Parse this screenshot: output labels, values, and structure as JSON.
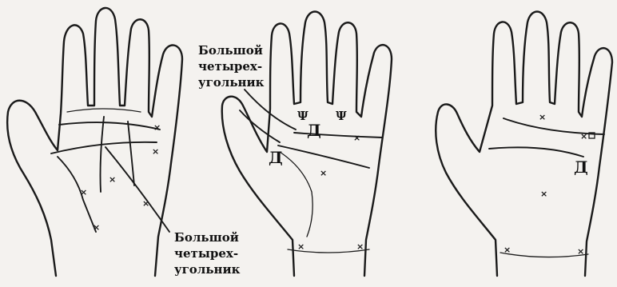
{
  "figure": {
    "hand1": {
      "caption_lines": [
        "Большой",
        "четырех-",
        "угольник"
      ],
      "marks": [
        "×",
        "×",
        "×",
        "×",
        "×",
        "×"
      ]
    },
    "hand2": {
      "caption_lines": [
        "Большой",
        "четырех-",
        "угольник"
      ],
      "letter_top": "Д",
      "letter_left": "Д",
      "glyph_left": "Ψ",
      "glyph_right": "Ψ",
      "marks": [
        "×",
        "×",
        "×",
        "×"
      ]
    },
    "hand3": {
      "letter": "Д",
      "marks": [
        "×",
        "×",
        "×",
        "×",
        "×"
      ]
    }
  }
}
